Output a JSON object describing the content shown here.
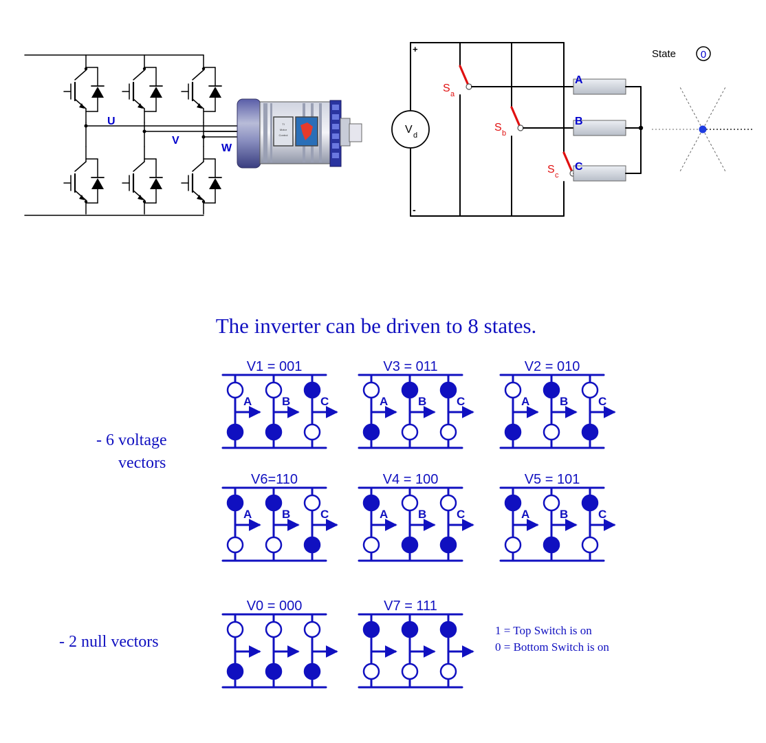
{
  "inverter_bridge": {
    "phase_labels": [
      "U",
      "V",
      "W"
    ],
    "motor_badge": "Texas Instruments Digital Motor Control"
  },
  "switch_circuit": {
    "plus_label": "+",
    "minus_label": "-",
    "source_symbol": "V",
    "source_subscript": "d",
    "switches": [
      {
        "letter": "S",
        "sub": "a"
      },
      {
        "letter": "S",
        "sub": "b"
      },
      {
        "letter": "S",
        "sub": "c"
      }
    ],
    "phase_labels": [
      "A",
      "B",
      "C"
    ],
    "state_label": "State",
    "state_value": "0"
  },
  "states_section": {
    "heading": "The inverter can be driven to 8 states.",
    "voltage_vectors_label_line1": "-  6 voltage",
    "voltage_vectors_label_line2": "vectors",
    "null_vectors_label": "- 2 null vectors",
    "legend_line1": "1 = Top Switch is on",
    "legend_line2": "0 = Bottom Switch is on",
    "leg_labels": [
      "A",
      "B",
      "C"
    ],
    "vectors": [
      {
        "name": "V1 = 001",
        "bits": [
          0,
          0,
          1
        ]
      },
      {
        "name": "V3 = 011",
        "bits": [
          0,
          1,
          1
        ]
      },
      {
        "name": "V2 = 010",
        "bits": [
          0,
          1,
          0
        ]
      },
      {
        "name": "V6=110",
        "bits": [
          1,
          1,
          0
        ]
      },
      {
        "name": "V4 = 100",
        "bits": [
          1,
          0,
          0
        ]
      },
      {
        "name": "V5 = 101",
        "bits": [
          1,
          0,
          1
        ]
      },
      {
        "name": "V0 = 000",
        "bits": [
          0,
          0,
          0
        ]
      },
      {
        "name": "V7 = 111",
        "bits": [
          1,
          1,
          1
        ]
      }
    ]
  },
  "colors": {
    "diagram_blue": "#1010c0",
    "label_blue": "#0000cc",
    "switch_red": "#e01010",
    "wire": "#000000"
  }
}
